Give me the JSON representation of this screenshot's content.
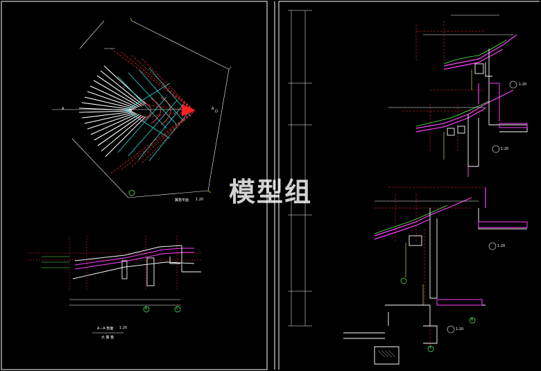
{
  "watermark": "模型组",
  "plan": {
    "title": "翼角平面",
    "scale": "1:20",
    "axis_a_left": "A",
    "axis_a_right": "A"
  },
  "section_a": {
    "title": "A－A 剖面",
    "scale": "1:20",
    "subtitle": "大 翼 檐",
    "axis_b": "B",
    "axis_c": "C"
  },
  "wall_section": {
    "scale_1": "1:20",
    "scale_2": "1:20",
    "scale_3": "1:20",
    "scale_4": "1:20",
    "axis_a": "A",
    "axis_b": "B"
  },
  "colors": {
    "frame": "#ffffff",
    "red": "#ff3030",
    "magenta": "#ff44ff",
    "cyan": "#33dddd",
    "green": "#55ff55",
    "yellow": "#ffff55",
    "white": "#ffffff"
  }
}
